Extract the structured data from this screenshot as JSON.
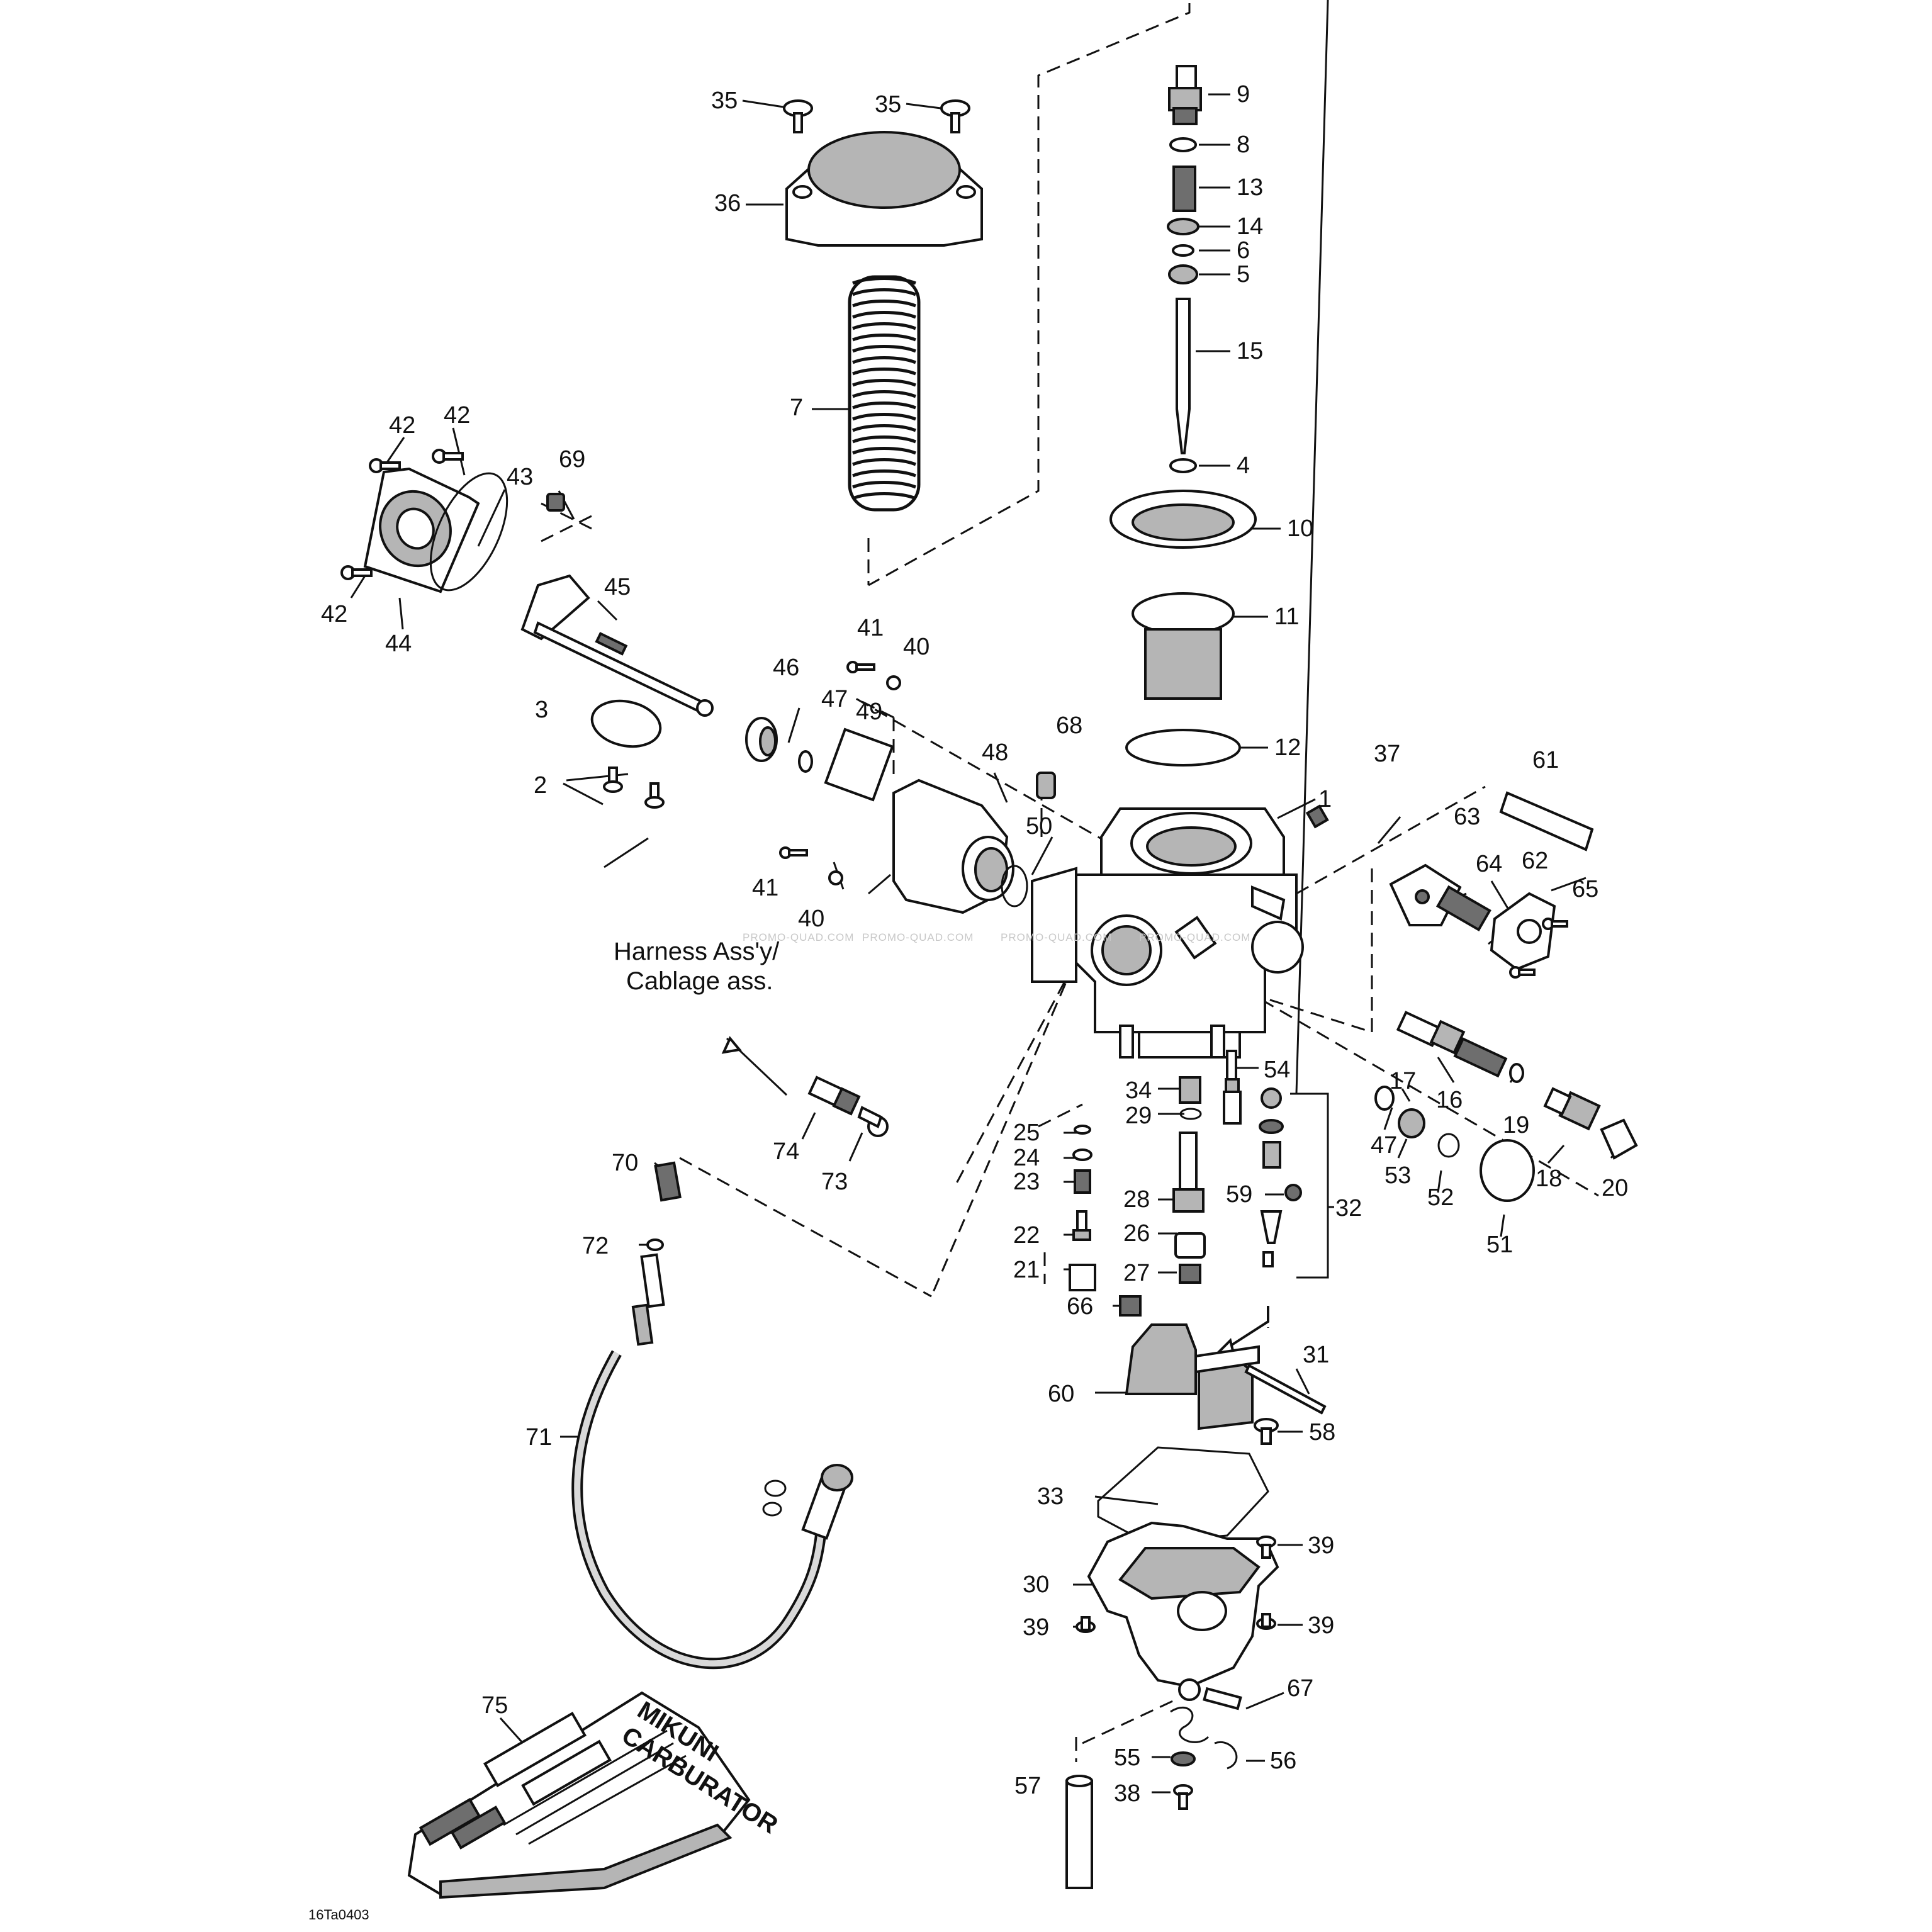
{
  "figure": {
    "reference_code": "16Ta0403",
    "watermark": [
      "PROMO-QUAD.COM",
      "PROMO-QUAD.COM",
      "PROMO-QUAD.COM",
      "PROMO-QUAD.COM"
    ],
    "note_lines": [
      "Harness Ass'y/",
      "Cablage ass."
    ],
    "kit_print": [
      "MIKUNI",
      "CARBURATOR"
    ]
  },
  "callouts": [
    {
      "id": "c35a",
      "label": "35"
    },
    {
      "id": "c35b",
      "label": "35"
    },
    {
      "id": "c36",
      "label": "36"
    },
    {
      "id": "c7",
      "label": "7"
    },
    {
      "id": "c9",
      "label": "9"
    },
    {
      "id": "c8",
      "label": "8"
    },
    {
      "id": "c13",
      "label": "13"
    },
    {
      "id": "c14",
      "label": "14"
    },
    {
      "id": "c6",
      "label": "6"
    },
    {
      "id": "c5",
      "label": "5"
    },
    {
      "id": "c15",
      "label": "15"
    },
    {
      "id": "c4",
      "label": "4"
    },
    {
      "id": "c10",
      "label": "10"
    },
    {
      "id": "c11",
      "label": "11"
    },
    {
      "id": "c12",
      "label": "12"
    },
    {
      "id": "c1",
      "label": "1"
    },
    {
      "id": "c42a",
      "label": "42"
    },
    {
      "id": "c42b",
      "label": "42"
    },
    {
      "id": "c42c",
      "label": "42"
    },
    {
      "id": "c43",
      "label": "43"
    },
    {
      "id": "c69",
      "label": "69"
    },
    {
      "id": "c44",
      "label": "44"
    },
    {
      "id": "c45",
      "label": "45"
    },
    {
      "id": "c3",
      "label": "3"
    },
    {
      "id": "c2",
      "label": "2"
    },
    {
      "id": "c46",
      "label": "46"
    },
    {
      "id": "c47a",
      "label": "47"
    },
    {
      "id": "c49",
      "label": "49"
    },
    {
      "id": "c41a",
      "label": "41"
    },
    {
      "id": "c40a",
      "label": "40"
    },
    {
      "id": "c48",
      "label": "48"
    },
    {
      "id": "c41b",
      "label": "41"
    },
    {
      "id": "c40b",
      "label": "40"
    },
    {
      "id": "c68",
      "label": "68"
    },
    {
      "id": "c50",
      "label": "50"
    },
    {
      "id": "c37",
      "label": "37"
    },
    {
      "id": "c61",
      "label": "61"
    },
    {
      "id": "c63",
      "label": "63"
    },
    {
      "id": "c64",
      "label": "64"
    },
    {
      "id": "c62",
      "label": "62"
    },
    {
      "id": "c65",
      "label": "65"
    },
    {
      "id": "c17",
      "label": "17"
    },
    {
      "id": "c16",
      "label": "16"
    },
    {
      "id": "c19",
      "label": "19"
    },
    {
      "id": "c18",
      "label": "18"
    },
    {
      "id": "c20",
      "label": "20"
    },
    {
      "id": "c47b",
      "label": "47"
    },
    {
      "id": "c53",
      "label": "53"
    },
    {
      "id": "c52",
      "label": "52"
    },
    {
      "id": "c51",
      "label": "51"
    },
    {
      "id": "c74",
      "label": "74"
    },
    {
      "id": "c73",
      "label": "73"
    },
    {
      "id": "c70",
      "label": "70"
    },
    {
      "id": "c72",
      "label": "72"
    },
    {
      "id": "c71",
      "label": "71"
    },
    {
      "id": "c34",
      "label": "34"
    },
    {
      "id": "c29",
      "label": "29"
    },
    {
      "id": "c54",
      "label": "54"
    },
    {
      "id": "c25",
      "label": "25"
    },
    {
      "id": "c24",
      "label": "24"
    },
    {
      "id": "c23",
      "label": "23"
    },
    {
      "id": "c28",
      "label": "28"
    },
    {
      "id": "c59",
      "label": "59"
    },
    {
      "id": "c32",
      "label": "32"
    },
    {
      "id": "c22",
      "label": "22"
    },
    {
      "id": "c26",
      "label": "26"
    },
    {
      "id": "c21",
      "label": "21"
    },
    {
      "id": "c27",
      "label": "27"
    },
    {
      "id": "c66",
      "label": "66"
    },
    {
      "id": "c31",
      "label": "31"
    },
    {
      "id": "c60",
      "label": "60"
    },
    {
      "id": "c58",
      "label": "58"
    },
    {
      "id": "c33",
      "label": "33"
    },
    {
      "id": "c39a",
      "label": "39"
    },
    {
      "id": "c30",
      "label": "30"
    },
    {
      "id": "c39b",
      "label": "39"
    },
    {
      "id": "c39c",
      "label": "39"
    },
    {
      "id": "c67",
      "label": "67"
    },
    {
      "id": "c55",
      "label": "55"
    },
    {
      "id": "c56",
      "label": "56"
    },
    {
      "id": "c57",
      "label": "57"
    },
    {
      "id": "c38",
      "label": "38"
    },
    {
      "id": "c75",
      "label": "75"
    }
  ]
}
